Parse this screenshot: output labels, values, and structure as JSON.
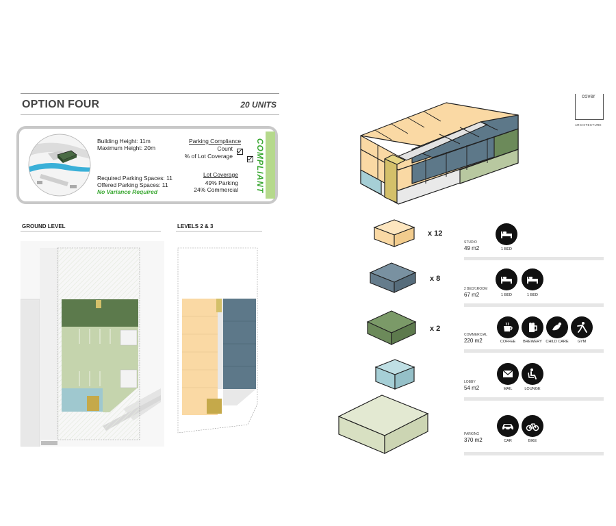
{
  "header": {
    "title": "OPTION FOUR",
    "units": "20 UNITS"
  },
  "summary": {
    "building_height": "Building Height: 11m",
    "max_height": "Maximum Height: 20m",
    "required_parking": "Required Parking Spaces: 11",
    "offered_parking": "Offered Parking Spaces: 11",
    "variance": "No Variance Required",
    "parking_compliance_title": "Parking Compliance",
    "parking_count": "Count",
    "parking_lot_coverage": "% of Lot Coverage",
    "lot_coverage_title": "Lot Coverage",
    "parking_pct": "49% Parking",
    "commercial_pct": "24% Commercial",
    "status": "COMPLIANT"
  },
  "plans": {
    "ground_label": "GROUND LEVEL",
    "levels_label": "LEVELS 2 & 3"
  },
  "logo": {
    "name": "cover",
    "sub": "ARCHITECTURE"
  },
  "legend": [
    {
      "color": "#fad9a4",
      "multiplier": "x 12",
      "category": "STUDIO",
      "area": "49 m2",
      "icons": [
        {
          "icon": "bed-icon",
          "label": "1 BED"
        }
      ]
    },
    {
      "color": "#657c8c",
      "multiplier": "x 8",
      "category": "2 BED/1ROOM",
      "area": "67 m2",
      "icons": [
        {
          "icon": "bed-icon",
          "label": "1 BED"
        },
        {
          "icon": "bed-icon",
          "label": "1 BED"
        }
      ]
    },
    {
      "color": "#6c8a5a",
      "multiplier": "x 2",
      "category": "COMMERCIAL",
      "area": "220 m2",
      "icons": [
        {
          "icon": "coffee-icon",
          "label": "COFFEE"
        },
        {
          "icon": "beer-icon",
          "label": "BREWERY"
        },
        {
          "icon": "child-icon",
          "label": "CHILD CARE"
        },
        {
          "icon": "gym-icon",
          "label": "GYM"
        }
      ]
    },
    {
      "color": "#a6cfd6",
      "multiplier": "",
      "category": "LOBBY",
      "area": "54 m2",
      "icons": [
        {
          "icon": "mail-icon",
          "label": "MAIL"
        },
        {
          "icon": "lounge-icon",
          "label": "LOUNGE"
        }
      ]
    },
    {
      "color": "#d8e0c2",
      "multiplier": "",
      "category": "PARKING",
      "area": "370 m2",
      "icons": [
        {
          "icon": "car-icon",
          "label": "CAR"
        },
        {
          "icon": "bike-icon",
          "label": "BIKE"
        }
      ]
    }
  ]
}
